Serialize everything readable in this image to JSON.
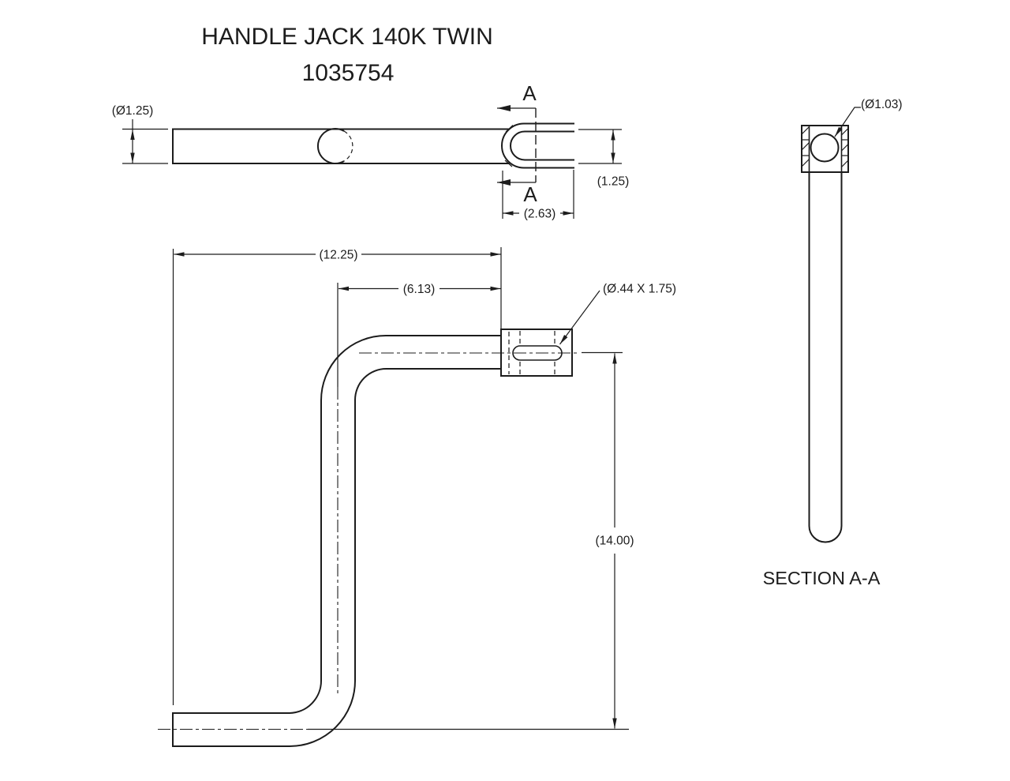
{
  "drawing": {
    "title": "HANDLE JACK 140K TWIN",
    "part_number": "1035754",
    "section_title": "SECTION A-A",
    "section_marker_top": "A",
    "section_marker_bottom": "A",
    "line_color": "#1c1c1c",
    "background_color": "#ffffff",
    "dimensions": {
      "bar_diameter": "(Ø1.25)",
      "fork_width": "(1.25)",
      "fork_length": "(2.63)",
      "hole_diameter": "(Ø1.03)",
      "overall_length": "(12.25)",
      "offset_length": "(6.13)",
      "slot_size": "(Ø.44 X 1.75)",
      "drop_height": "(14.00)"
    }
  }
}
